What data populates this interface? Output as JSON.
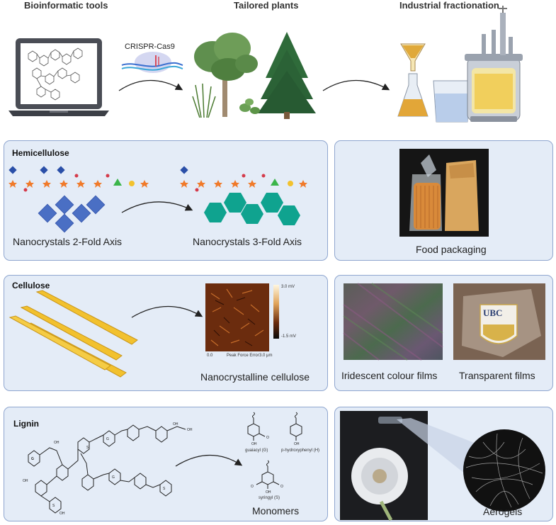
{
  "top": {
    "headers": [
      "Bioinformatic tools",
      "Tailored plants",
      "Industrial fractionation"
    ],
    "crispr_label": "CRISPR-Cas9"
  },
  "hemicellulose": {
    "title": "Hemicellulose",
    "left_caption": "Nanocrystals 2-Fold Axis",
    "right_caption": "Nanocrystals 3-Fold Axis",
    "app_caption": "Food packaging"
  },
  "cellulose": {
    "title": "Cellulose",
    "afm_scale_max": "3.0 mV",
    "afm_scale_min": "-1.5 mV",
    "afm_x_start": "0.0",
    "afm_x_label": "Peak Force Error",
    "afm_x_end": "3.0 μm",
    "caption": "Nanocrystalline cellulose",
    "film1_caption": "Iridescent colour films",
    "film2_caption": "Transparent films",
    "logo_text": "UBC"
  },
  "lignin": {
    "title": "Lignin",
    "monomer_g": "guaiacyl (G)",
    "monomer_h": "p-hydroxyphenyl (H)",
    "monomer_s": "syringyl (S)",
    "caption": "Monomers",
    "app_caption": "Aerogels"
  },
  "colors": {
    "panel_bg": "#e4ecf7",
    "panel_border": "#8fa6cf",
    "crystal_blue": "#4a6fc4",
    "crystal_teal": "#0fa38f",
    "cellulose_gold": "#f2c12e"
  }
}
